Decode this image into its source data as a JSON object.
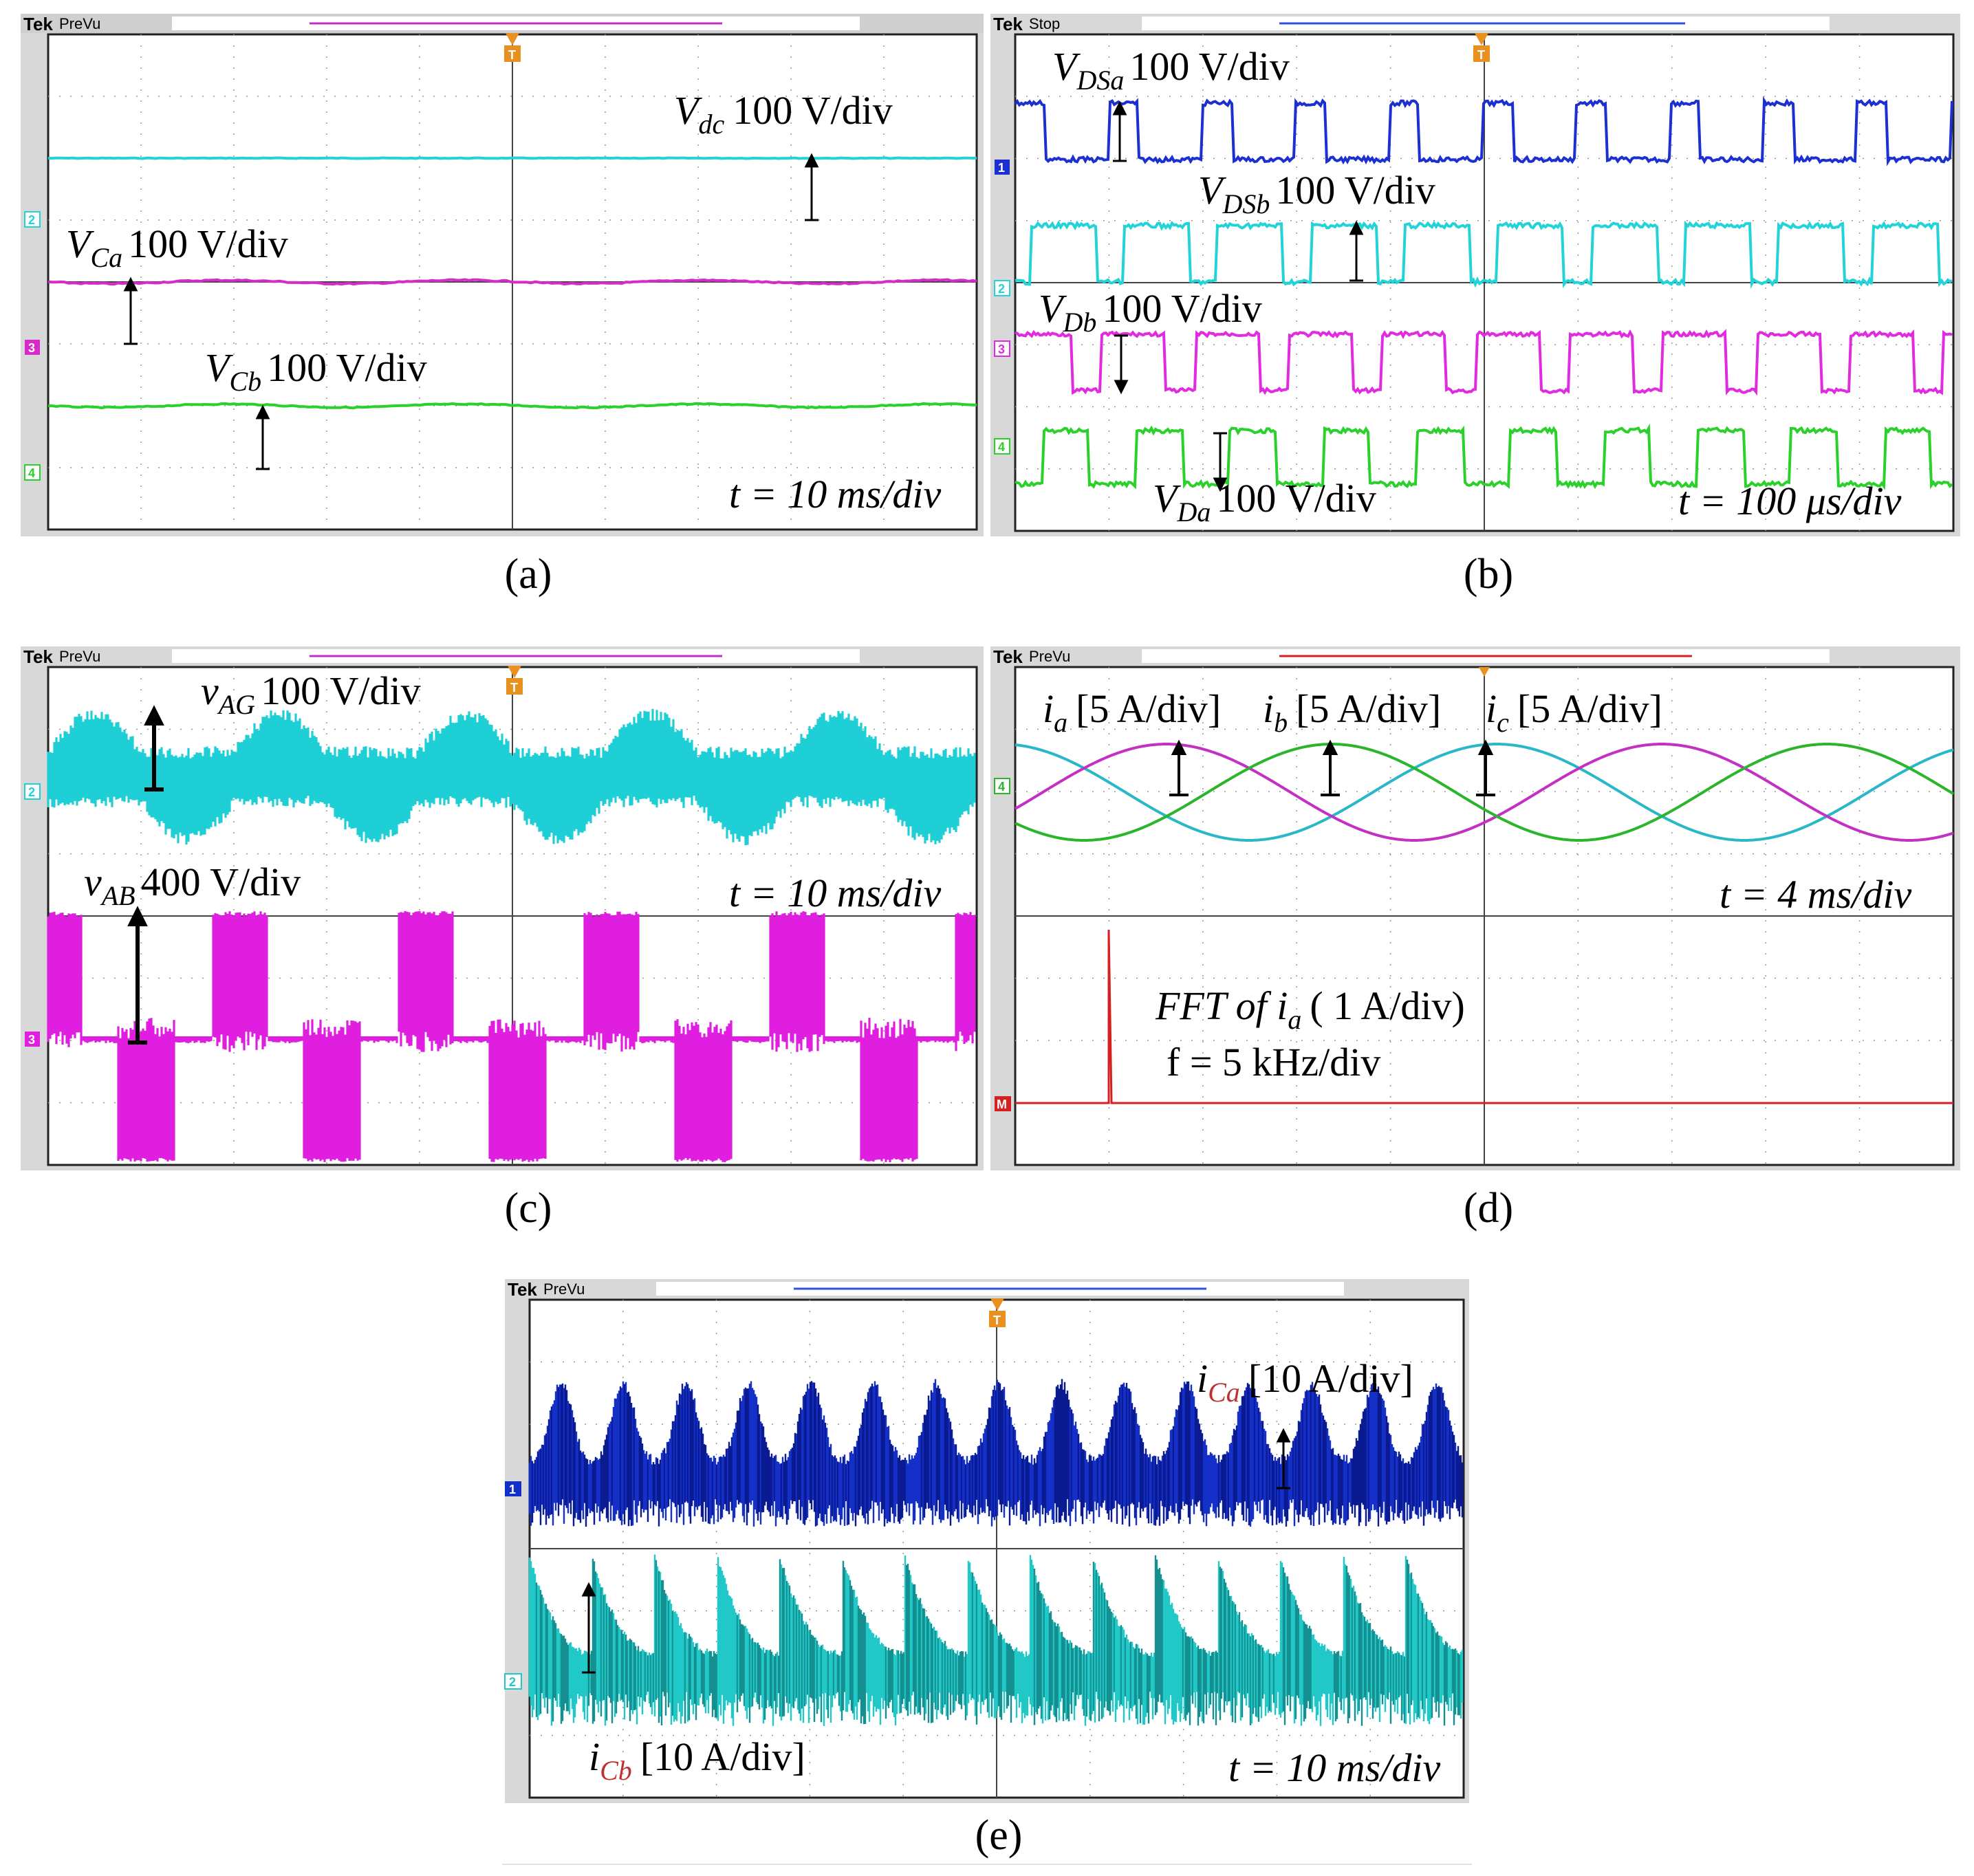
{
  "chart_data": [
    {
      "panel": "a",
      "type": "line",
      "caption": "(a)",
      "header": {
        "brand": "Tek",
        "mode": "PreVu"
      },
      "time_label": "t = 10 ms/div",
      "channel_markers": [
        "2",
        "3",
        "4"
      ],
      "series": [
        {
          "name": "Vdc (100 V/div)",
          "sym": "V",
          "sub": "dc",
          "scale": "100 V/div",
          "color": "#22d3d8",
          "shape": "flat"
        },
        {
          "name": "VCa (100 V/div)",
          "sym": "V",
          "sub": "Ca",
          "scale": "100 V/div",
          "color": "#d62bc8",
          "shape": "flat-ripple"
        },
        {
          "name": "VCb (100 V/div)",
          "sym": "V",
          "sub": "Cb",
          "scale": "100 V/div",
          "color": "#2bd12b",
          "shape": "flat-ripple"
        }
      ]
    },
    {
      "panel": "b",
      "type": "line",
      "caption": "(b)",
      "header": {
        "brand": "Tek",
        "mode": "Stop"
      },
      "time_label": "t = 100 μs/div",
      "channel_markers": [
        "1",
        "2",
        "3",
        "4"
      ],
      "series": [
        {
          "name": "VDSa (100 V/div)",
          "sym": "V",
          "sub": "DSa",
          "scale": "100 V/div",
          "color": "#1c2fd0",
          "shape": "square"
        },
        {
          "name": "VDSb (100 V/div)",
          "sym": "V",
          "sub": "DSb",
          "scale": "100 V/div",
          "color": "#22d3d8",
          "shape": "square"
        },
        {
          "name": "VDb (100 V/div)",
          "sym": "V",
          "sub": "Db",
          "scale": "100 V/div",
          "color": "#e02be0",
          "shape": "square"
        },
        {
          "name": "VDa (100 V/div)",
          "sym": "V",
          "sub": "Da",
          "scale": "100 V/div",
          "color": "#2bd12b",
          "shape": "square"
        }
      ]
    },
    {
      "panel": "c",
      "type": "line",
      "caption": "(c)",
      "header": {
        "brand": "Tek",
        "mode": "PreVu"
      },
      "time_label": "t = 10 ms/div",
      "channel_markers": [
        "2",
        "3"
      ],
      "series": [
        {
          "name": "vAG (100 V/div)",
          "sym": "v",
          "sub": "AG",
          "scale": "100 V/div",
          "color": "#1fcfd6",
          "shape": "multilevel"
        },
        {
          "name": "vAB (400 V/div)",
          "sym": "v",
          "sub": "AB",
          "scale": "400 V/div",
          "color": "#e01ee0",
          "shape": "pwm"
        }
      ]
    },
    {
      "panel": "d",
      "type": "line",
      "caption": "(d)",
      "header": {
        "brand": "Tek",
        "mode": "PreVu"
      },
      "time_label": "t =  4 ms/div",
      "channel_markers": [
        "4",
        "M"
      ],
      "series": [
        {
          "name": "ia [5 A/div]",
          "sym": "i",
          "sub": "a",
          "scale": "[5 A/div]",
          "color": "#c430c4",
          "shape": "sine"
        },
        {
          "name": "ib [5 A/div]",
          "sym": "i",
          "sub": "b",
          "scale": "[5 A/div]",
          "color": "#2bb52b",
          "shape": "sine"
        },
        {
          "name": "ic [5 A/div]",
          "sym": "i",
          "sub": "c",
          "scale": "[5 A/div]",
          "color": "#2ab8c8",
          "shape": "sine"
        }
      ],
      "fft": {
        "title_pre": "FFT of ",
        "sym": "i",
        "sub": "a",
        "scale": "( 1 A/div)",
        "freq_label": "f =  5 kHz/div",
        "color": "#d42020"
      }
    },
    {
      "panel": "e",
      "type": "line",
      "caption": "(e)",
      "header": {
        "brand": "Tek",
        "mode": "PreVu"
      },
      "time_label": "t = 10 ms/div",
      "channel_markers": [
        "1",
        "2"
      ],
      "series": [
        {
          "name": "iCa [10 A/div]",
          "sym": "i",
          "sub": "Ca",
          "scale": "[10 A/div]",
          "color": "#1530c8",
          "shape": "ripple-current"
        },
        {
          "name": "iCb [10 A/div]",
          "sym": "i",
          "sub": "Cb",
          "scale": "[10 A/div]",
          "color": "#20c8c8",
          "shape": "ripple-current"
        }
      ]
    }
  ]
}
